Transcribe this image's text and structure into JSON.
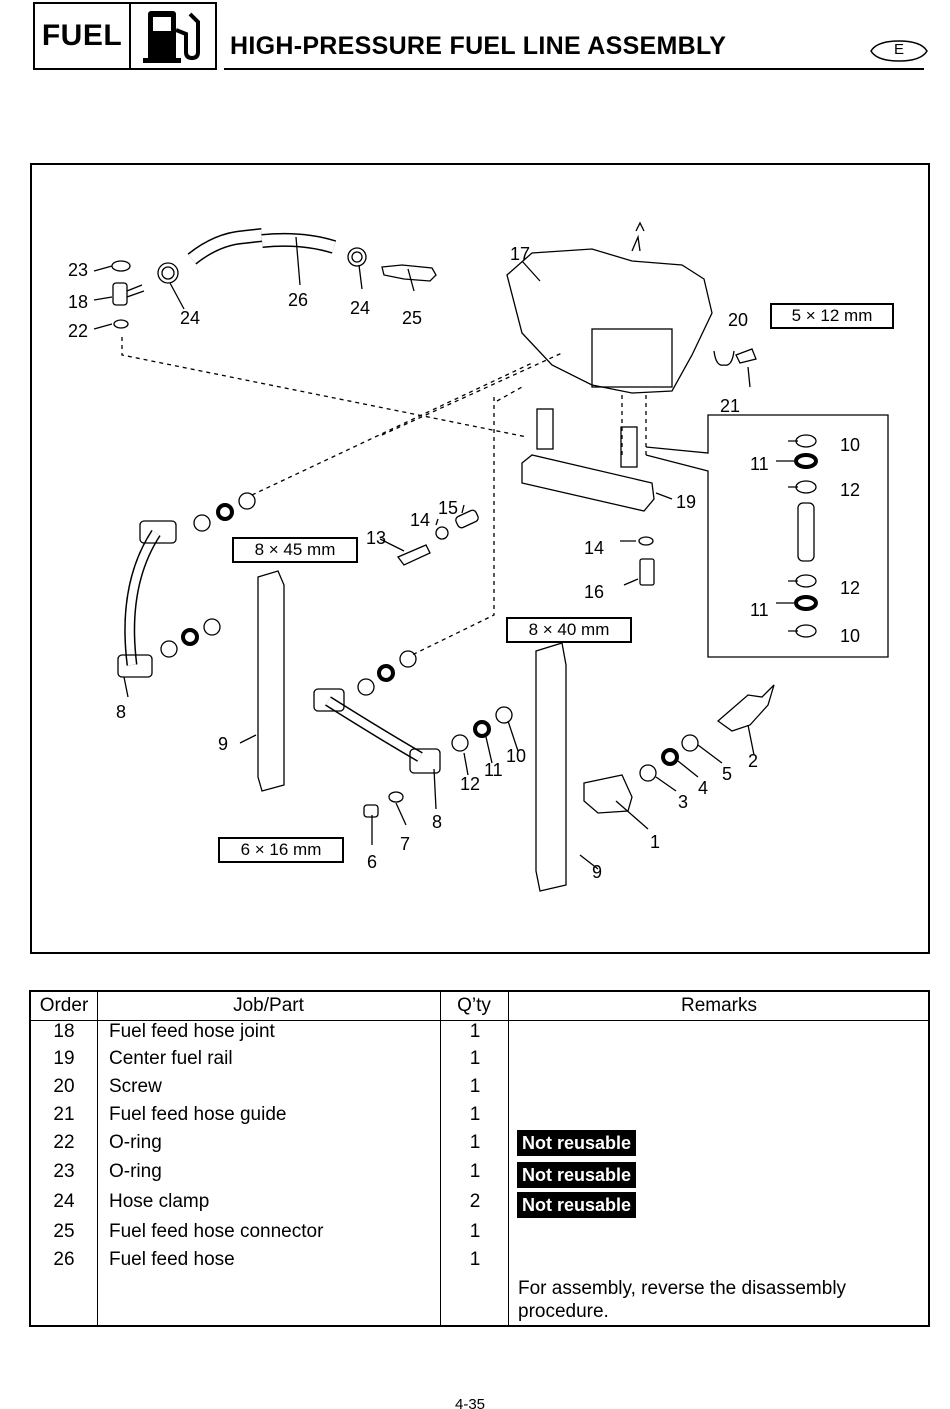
{
  "header": {
    "section_label": "FUEL",
    "section_icon": "fuel-pump-icon",
    "title": "HIGH-PRESSURE FUEL LINE ASSEMBLY",
    "language_badge": "E"
  },
  "diagram": {
    "size_labels": {
      "s5x12": "5 × 12 mm",
      "s8x45": "8 × 45 mm",
      "s8x40": "8 × 40 mm",
      "s6x16": "6 × 16 mm"
    },
    "callouts": {
      "c23": "23",
      "c18": "18",
      "c22": "22",
      "c24a": "24",
      "c26": "26",
      "c24b": "24",
      "c25": "25",
      "c17": "17",
      "c20": "20",
      "c21": "21",
      "c10a": "10",
      "c11a": "11",
      "c12a": "12",
      "c19": "19",
      "c12b": "12",
      "c11b": "11",
      "c10b": "10",
      "c15": "15",
      "c14a": "14",
      "c13": "13",
      "c14b": "14",
      "c16": "16",
      "c8a": "8",
      "c9a": "9",
      "c12c": "12",
      "c11c": "11",
      "c10c": "10",
      "c2": "2",
      "c5": "5",
      "c4": "4",
      "c3": "3",
      "c1": "1",
      "c9b": "9",
      "c8b": "8",
      "c7": "7",
      "c6": "6"
    }
  },
  "table": {
    "headers": {
      "order": "Order",
      "part": "Job/Part",
      "qty": "Q’ty",
      "remarks": "Remarks"
    },
    "rows": [
      {
        "order": "18",
        "part": "Fuel feed hose joint",
        "qty": "1",
        "remark": ""
      },
      {
        "order": "19",
        "part": "Center fuel rail",
        "qty": "1",
        "remark": ""
      },
      {
        "order": "20",
        "part": "Screw",
        "qty": "1",
        "remark": ""
      },
      {
        "order": "21",
        "part": "Fuel feed hose guide",
        "qty": "1",
        "remark": ""
      },
      {
        "order": "22",
        "part": "O-ring",
        "qty": "1",
        "remark": "Not reusable"
      },
      {
        "order": "23",
        "part": "O-ring",
        "qty": "1",
        "remark": "Not reusable"
      },
      {
        "order": "24",
        "part": "Hose clamp",
        "qty": "2",
        "remark": "Not reusable"
      },
      {
        "order": "25",
        "part": "Fuel feed hose connector",
        "qty": "1",
        "remark": ""
      },
      {
        "order": "26",
        "part": "Fuel feed hose",
        "qty": "1",
        "remark": ""
      }
    ],
    "note": "For assembly, reverse the disassembly procedure."
  },
  "footer": {
    "page_number": "4-35"
  }
}
